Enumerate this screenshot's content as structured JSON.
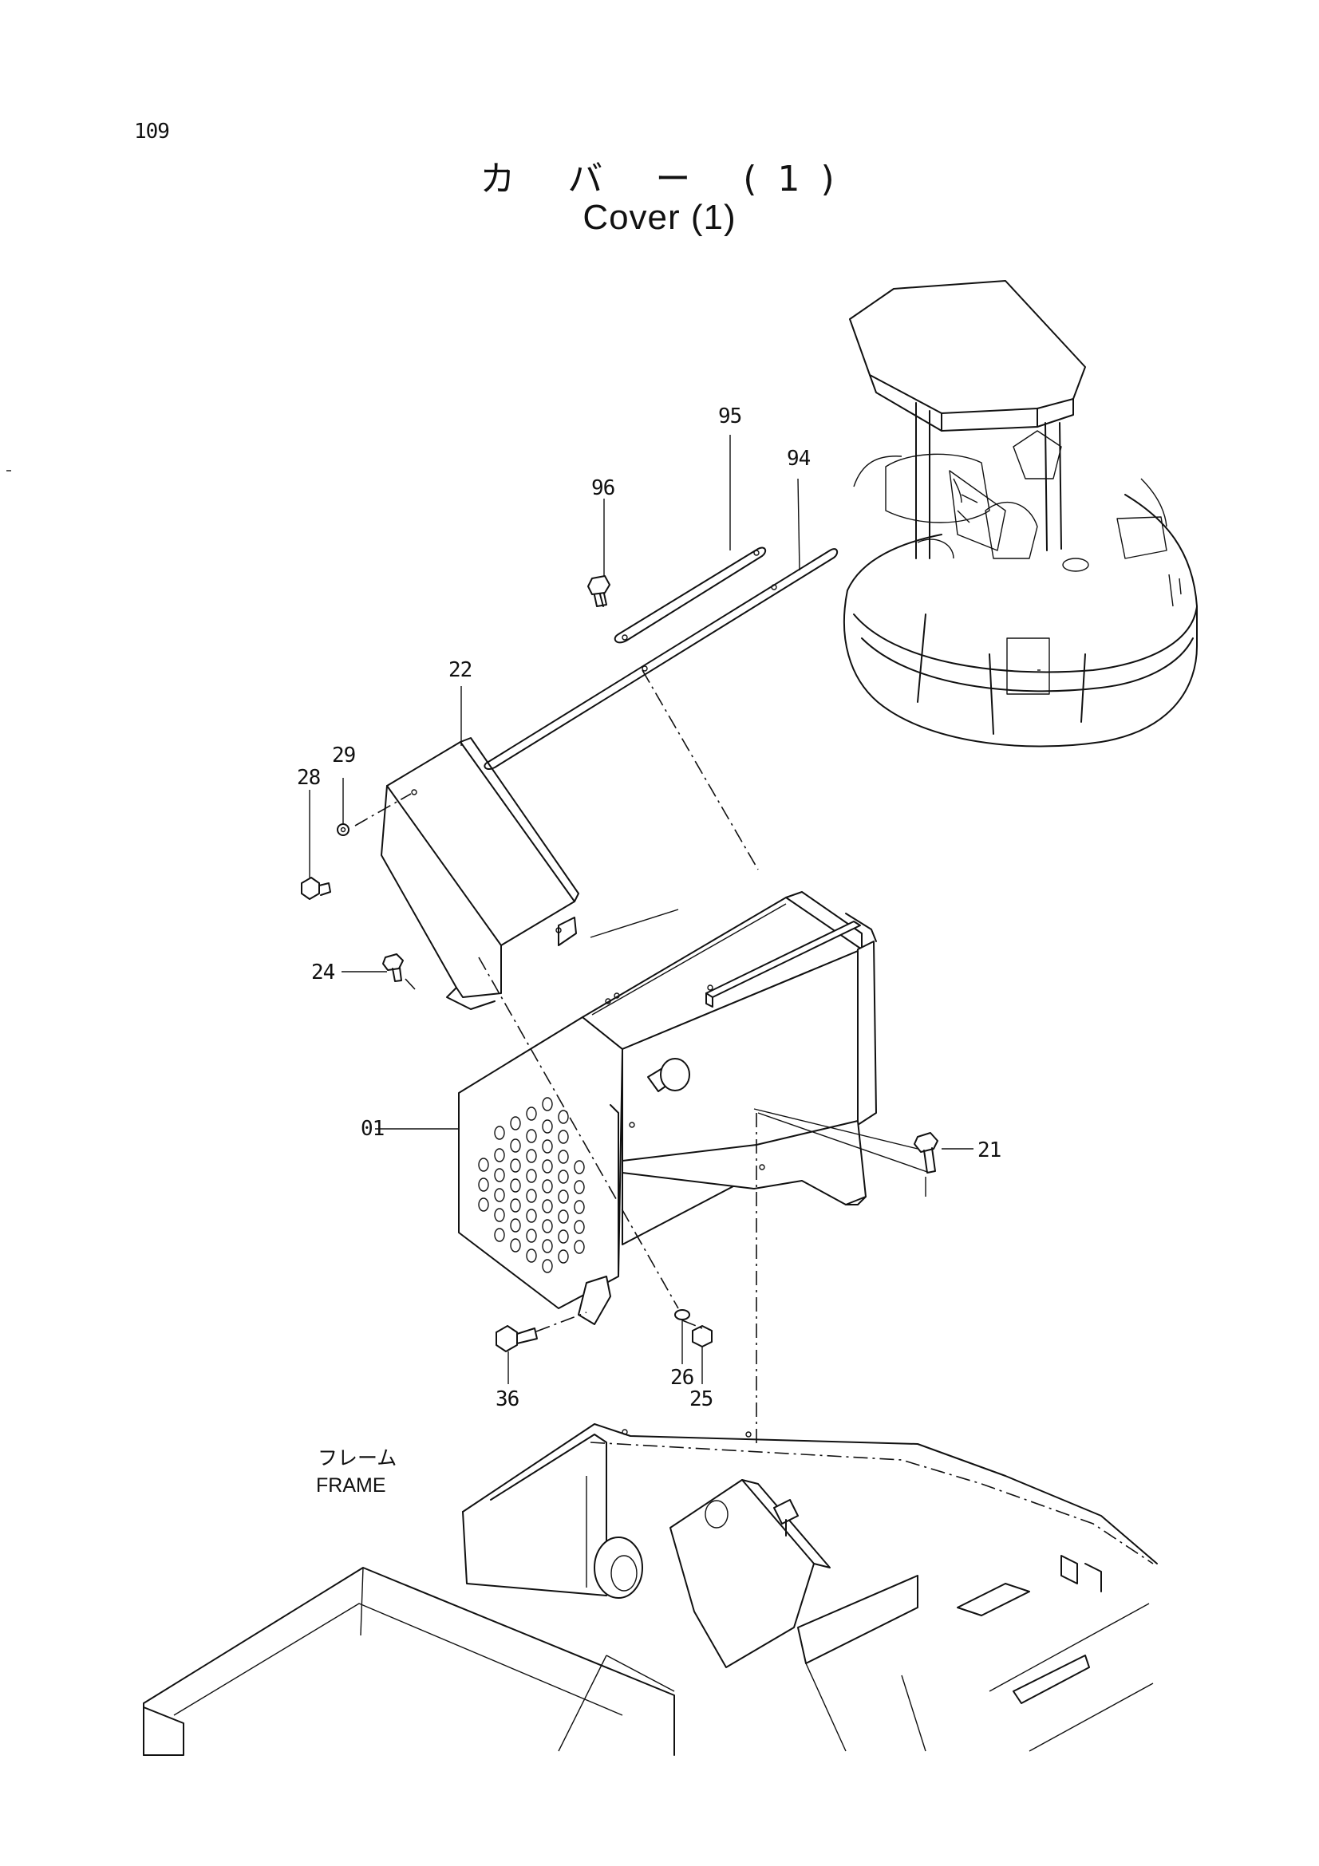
{
  "page": {
    "number": "109"
  },
  "title": {
    "japanese": "カ バ ー (1)",
    "english": "Cover (1)"
  },
  "callouts": {
    "p95": "95",
    "p94": "94",
    "p96": "96",
    "p22": "22",
    "p28": "28",
    "p29": "29",
    "p24": "24",
    "p01": "01",
    "p21": "21",
    "p26": "26",
    "p25": "25",
    "p36": "36"
  },
  "frame_label": {
    "japanese": "フレーム",
    "english": "FRAME"
  }
}
